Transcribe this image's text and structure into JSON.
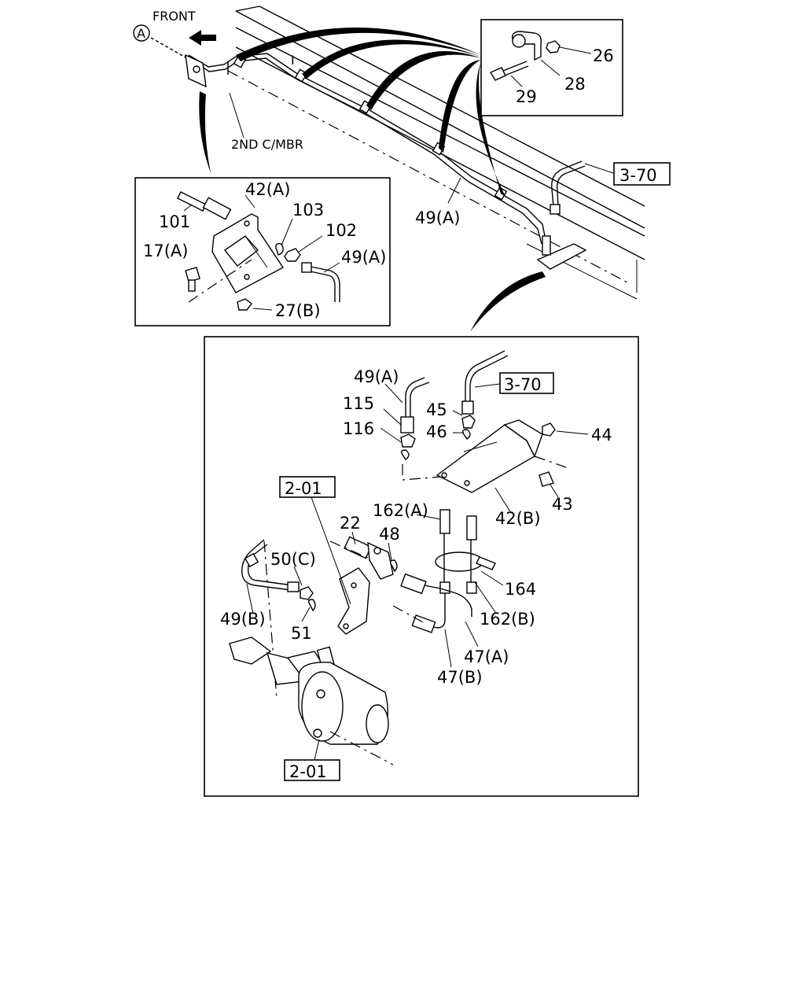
{
  "header": {
    "front_label": "FRONT",
    "view_marker": "A",
    "member_label": "2ND C/MBR",
    "roman_one": "I"
  },
  "refs": {
    "ref_3_70_top": "3-70",
    "ref_3_70_main": "3-70",
    "ref_2_01_top": "2-01",
    "ref_2_01_bottom": "2-01"
  },
  "inset_clip": {
    "p26": "26",
    "p28": "28",
    "p29": "29"
  },
  "inset_bracket": {
    "p42a": "42(A)",
    "p101": "101",
    "p103": "103",
    "p102": "102",
    "p17a": "17(A)",
    "p49a": "49(A)",
    "p27b": "27(B)"
  },
  "frame_labels": {
    "p49a": "49(A)"
  },
  "main_view": {
    "p49a": "49(A)",
    "p115": "115",
    "p116": "116",
    "p45": "45",
    "p46": "46",
    "p44": "44",
    "p43": "43",
    "p42b": "42(B)",
    "p162a": "162(A)",
    "p22": "22",
    "p48": "48",
    "p50c": "50(C)",
    "p164": "164",
    "p162b": "162(B)",
    "p49b": "49(B)",
    "p51": "51",
    "p47a": "47(A)",
    "p47b": "47(B)"
  }
}
